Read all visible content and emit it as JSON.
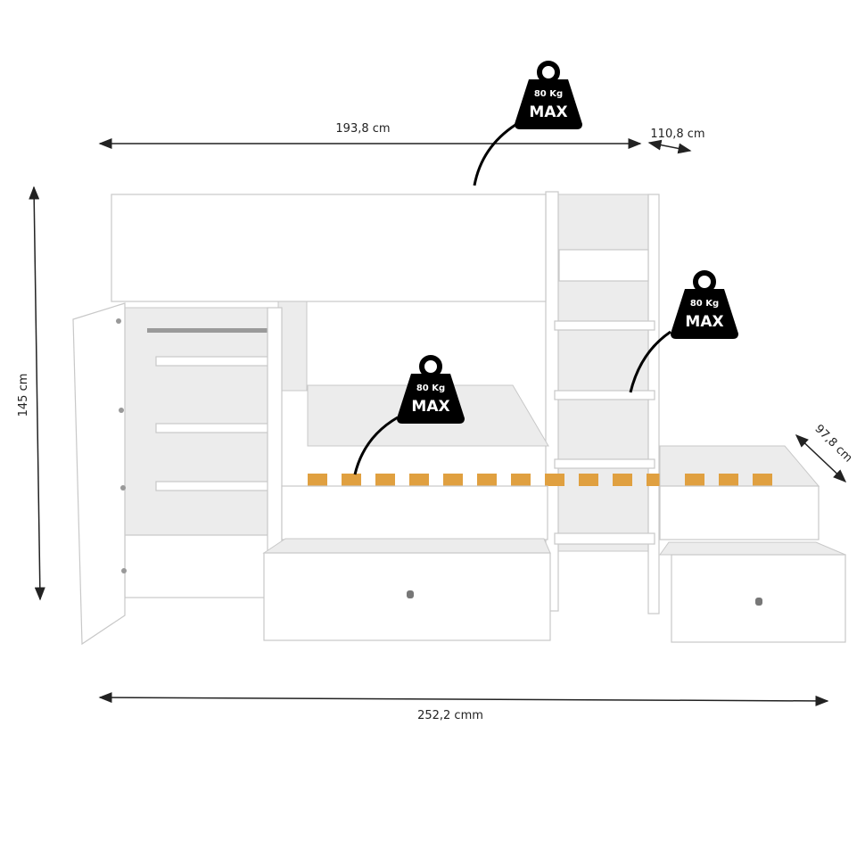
{
  "dimensions": {
    "length_top": "193,8 cm",
    "depth_top": "110,8 cm",
    "height": "145 cm",
    "depth_right": "97,8 cm",
    "length_total": "252,2 cmm"
  },
  "weight_badges": [
    {
      "line1": "80 Kg",
      "line2": "MAX"
    },
    {
      "line1": "80 Kg",
      "line2": "MAX"
    },
    {
      "line1": "80 Kg",
      "line2": "MAX"
    }
  ],
  "colors": {
    "slat": "#e0a040",
    "badge": "#000000",
    "line": "#222222"
  }
}
